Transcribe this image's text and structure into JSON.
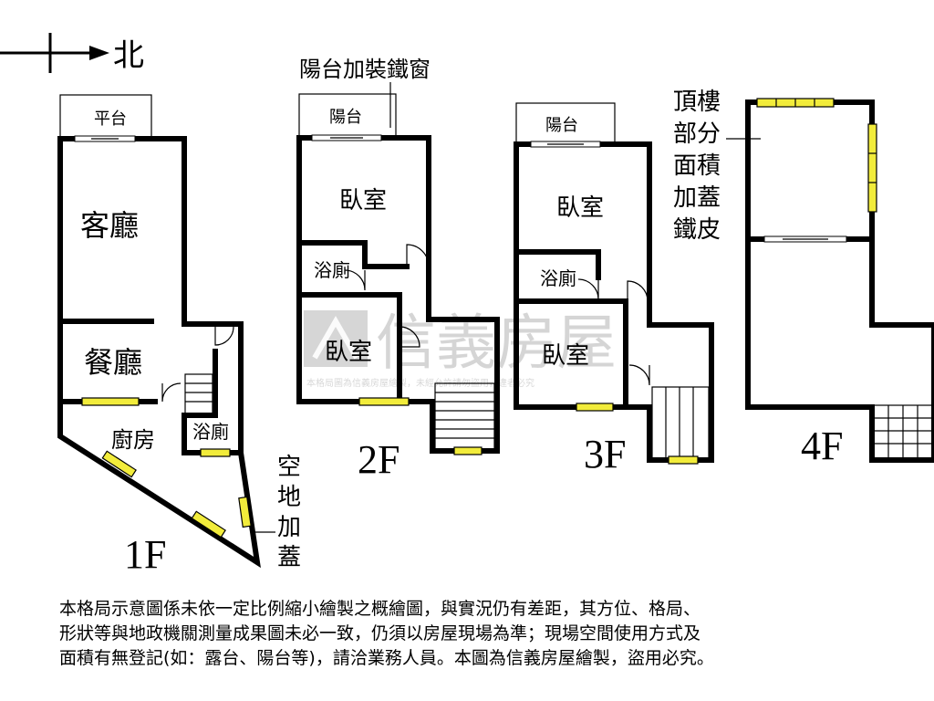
{
  "compass": {
    "north_label": "北"
  },
  "watermark": {
    "brand": "信義房屋",
    "notice": "本格局圖為信義房屋繪製，未經允許請勿盜用，違者必究"
  },
  "floor_1": {
    "floor_label": "1F",
    "rooms": {
      "terrace": "平台",
      "living_room": "客廳",
      "dining_room": "餐廳",
      "kitchen": "廚房",
      "bathroom": "浴廁"
    },
    "note_vertical": [
      "空",
      "地",
      "加",
      "蓋"
    ]
  },
  "floor_2": {
    "floor_label": "2F",
    "note": "陽台加裝鐵窗",
    "rooms": {
      "balcony": "陽台",
      "bedroom_1": "臥室",
      "bathroom": "浴廁",
      "bedroom_2": "臥室"
    }
  },
  "floor_3": {
    "floor_label": "3F",
    "rooms": {
      "balcony": "陽台",
      "bedroom_1": "臥室",
      "bathroom": "浴廁",
      "bedroom_2": "臥室"
    }
  },
  "floor_4": {
    "floor_label": "4F",
    "note_lines": [
      "頂樓",
      "部分",
      "面積",
      "加蓋",
      "鐵皮"
    ]
  },
  "disclaimer": {
    "lines": [
      "本格局示意圖係未依一定比例縮小繪製之概繪圖，與實況仍有差距，其方位、格局、",
      "形狀等與地政機關測量成果圖未必一致，仍須以房屋現場為準；現場空間使用方式及",
      "面積有無登記(如：露台、陽台等)，請洽業務人員。本圖為信義房屋繪製，盜用必究。"
    ]
  }
}
